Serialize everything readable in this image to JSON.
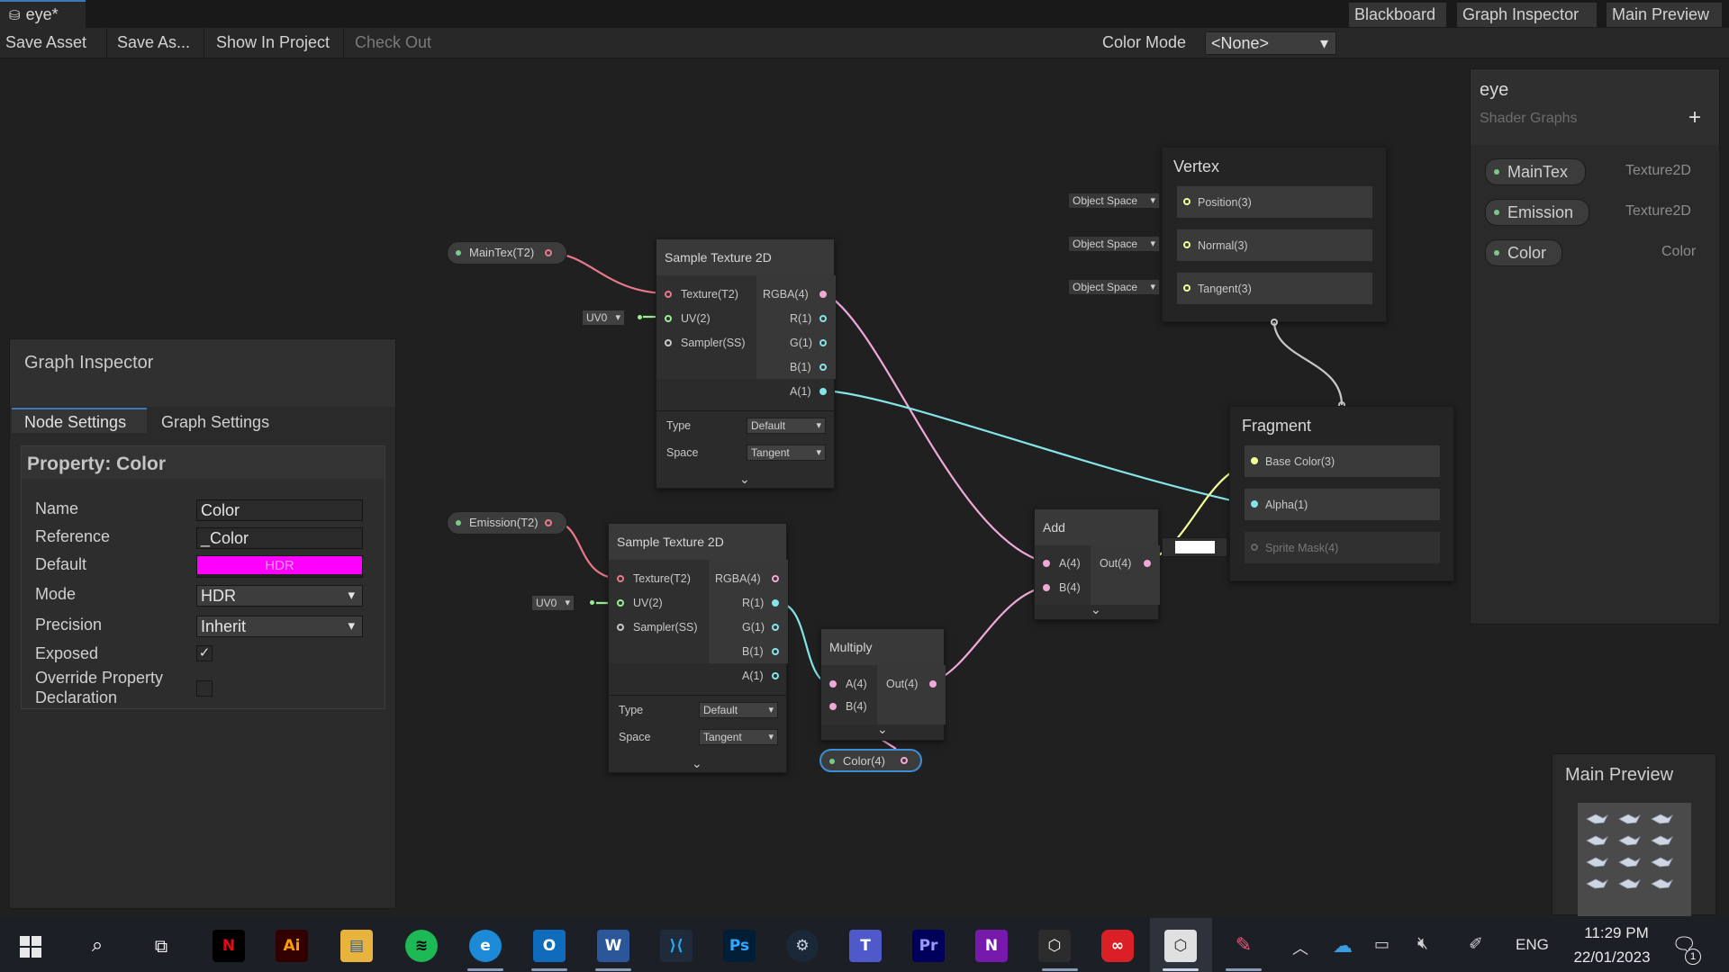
{
  "window": {
    "tab_title": "eye*"
  },
  "toolbar": {
    "save_asset": "Save Asset",
    "save_as": "Save As...",
    "show_in_project": "Show In Project",
    "check_out": "Check Out",
    "color_mode_label": "Color Mode",
    "color_mode_value": "<None>",
    "blackboard": "Blackboard",
    "graph_inspector": "Graph Inspector",
    "main_preview": "Main Preview"
  },
  "blackboard": {
    "title": "eye",
    "subtitle": "Shader Graphs",
    "add_symbol": "+",
    "properties": [
      {
        "name": "MainTex",
        "type": "Texture2D"
      },
      {
        "name": "Emission",
        "type": "Texture2D"
      },
      {
        "name": "Color",
        "type": "Color"
      }
    ]
  },
  "inspector": {
    "title": "Graph Inspector",
    "tabs": [
      "Node Settings",
      "Graph Settings"
    ],
    "section": "Property: Color",
    "fields": {
      "name_label": "Name",
      "name_value": "Color",
      "reference_label": "Reference",
      "reference_value": "_Color",
      "default_label": "Default",
      "default_value": "HDR",
      "mode_label": "Mode",
      "mode_value": "HDR",
      "precision_label": "Precision",
      "precision_value": "Inherit",
      "exposed_label": "Exposed",
      "override_label_1": "Override Property",
      "override_label_2": "Declaration"
    },
    "colors": {
      "default_swatch": "#ff00ff"
    }
  },
  "nodes": {
    "maintex_pill": "MainTex(T2)",
    "emission_pill": "Emission(T2)",
    "color_pill": "Color(4)",
    "sample1": {
      "title": "Sample Texture 2D",
      "inputs": [
        "Texture(T2)",
        "UV(2)",
        "Sampler(SS)"
      ],
      "outputs": [
        "RGBA(4)",
        "R(1)",
        "G(1)",
        "B(1)",
        "A(1)"
      ],
      "uv_value": "UV0",
      "type_label": "Type",
      "type_value": "Default",
      "space_label": "Space",
      "space_value": "Tangent"
    },
    "sample2": {
      "title": "Sample Texture 2D",
      "inputs": [
        "Texture(T2)",
        "UV(2)",
        "Sampler(SS)"
      ],
      "outputs": [
        "RGBA(4)",
        "R(1)",
        "G(1)",
        "B(1)",
        "A(1)"
      ],
      "uv_value": "UV0",
      "type_label": "Type",
      "type_value": "Default",
      "space_label": "Space",
      "space_value": "Tangent"
    },
    "multiply": {
      "title": "Multiply",
      "inputs": [
        "A(4)",
        "B(4)"
      ],
      "output": "Out(4)"
    },
    "add": {
      "title": "Add",
      "inputs": [
        "A(4)",
        "B(4)"
      ],
      "output": "Out(4)"
    },
    "vertex": {
      "title": "Vertex",
      "ports": [
        "Position(3)",
        "Normal(3)",
        "Tangent(3)"
      ],
      "space": "Object Space"
    },
    "fragment": {
      "title": "Fragment",
      "ports": [
        "Base Color(3)",
        "Alpha(1)",
        "Sprite Mask(4)"
      ]
    }
  },
  "main_preview": {
    "title": "Main Preview"
  },
  "taskbar": {
    "time": "11:29 PM",
    "date": "22/01/2023",
    "language": "ENG",
    "notification_count": "1",
    "apps": [
      "Start",
      "Search",
      "Task View",
      "Netflix",
      "Illustrator",
      "File Explorer",
      "Spotify",
      "Edge",
      "Outlook",
      "Word",
      "VS Code",
      "Photoshop",
      "Steam",
      "Teams",
      "Premiere Pro",
      "OneNote",
      "Unity Hub",
      "Creative Cloud",
      "Unity",
      "Paint"
    ]
  },
  "colors": {
    "texture_port": "#e8788a",
    "vector4_port": "#f0a8d8",
    "float_port": "#84e4e7",
    "vector2_port": "#9aef92",
    "vector3_port": "#f6ff9a",
    "accent_blue": "#3a79bb"
  }
}
